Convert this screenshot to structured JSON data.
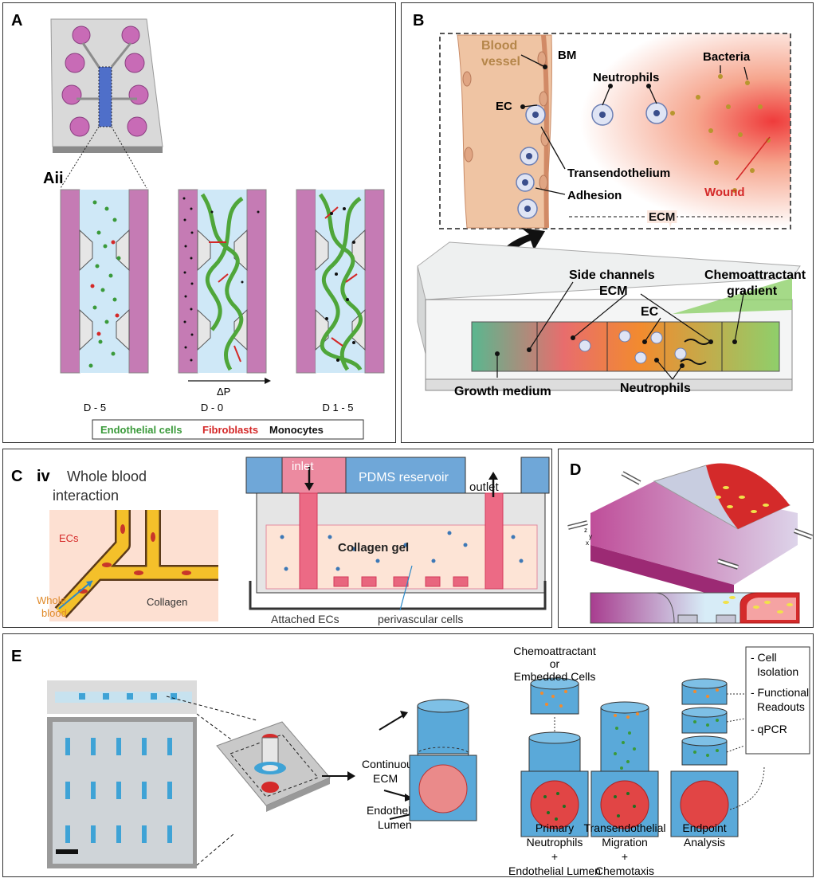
{
  "panels": {
    "a": {
      "label": "A",
      "sublabel": "Aii",
      "days": [
        "D - 5",
        "D - 0",
        "D 1 - 5"
      ],
      "pressure": "ΔP",
      "legend": [
        {
          "text": "Endothelial cells",
          "color": "#3a9a3a"
        },
        {
          "text": "Fibroblasts",
          "color": "#d42828"
        },
        {
          "text": "Monocytes",
          "color": "#111111"
        }
      ]
    },
    "b": {
      "label": "B",
      "labels": {
        "blood_vessel_1": "Blood",
        "blood_vessel_2": "vessel",
        "bm": "BM",
        "ec": "EC",
        "neutrophils": "Neutrophils",
        "bacteria": "Bacteria",
        "transendothelium": "Transendothelium",
        "adhesion": "Adhesion",
        "wound": "Wound",
        "ecm": "ECM",
        "side_channels": "Side channels",
        "ecm2": "ECM",
        "chemo_1": "Chemoattractant",
        "chemo_2": "gradient",
        "ec2": "EC",
        "growth": "Growth medium",
        "neutrophils2": "Neutrophils"
      }
    },
    "c": {
      "label": "C",
      "roman": "iv",
      "title_1": "Whole blood",
      "title_2": "interaction",
      "ecs": "ECs",
      "whole_1": "Whole",
      "whole_2": "blood",
      "collagen": "Collagen",
      "inlet": "inlet",
      "outlet": "outlet",
      "reservoir": "PDMS reservoir",
      "gel": "Collagen gel",
      "attached": "Attached ECs",
      "perivascular": "perivascular cells"
    },
    "d": {
      "label": "D",
      "axes": [
        "z",
        "y",
        "x"
      ]
    },
    "e": {
      "label": "E",
      "continuous_1": "Continuous",
      "continuous_2": "ECM",
      "lumen_1": "Endothelial",
      "lumen_2": "Lumen",
      "chemo_1": "Chemoattractant",
      "chemo_2": "or",
      "chemo_3": "Embedded Cells",
      "step1": [
        "Primary",
        "Neutrophils",
        "+",
        "Endothelial Lumen"
      ],
      "step2": [
        "Transendothelial",
        "Migration",
        "+",
        "Chemotaxis"
      ],
      "step3": [
        "Endpoint",
        "Analysis"
      ],
      "readouts": [
        "- Cell",
        "Isolation",
        "- Functional",
        "Readouts",
        "- qPCR"
      ]
    }
  }
}
